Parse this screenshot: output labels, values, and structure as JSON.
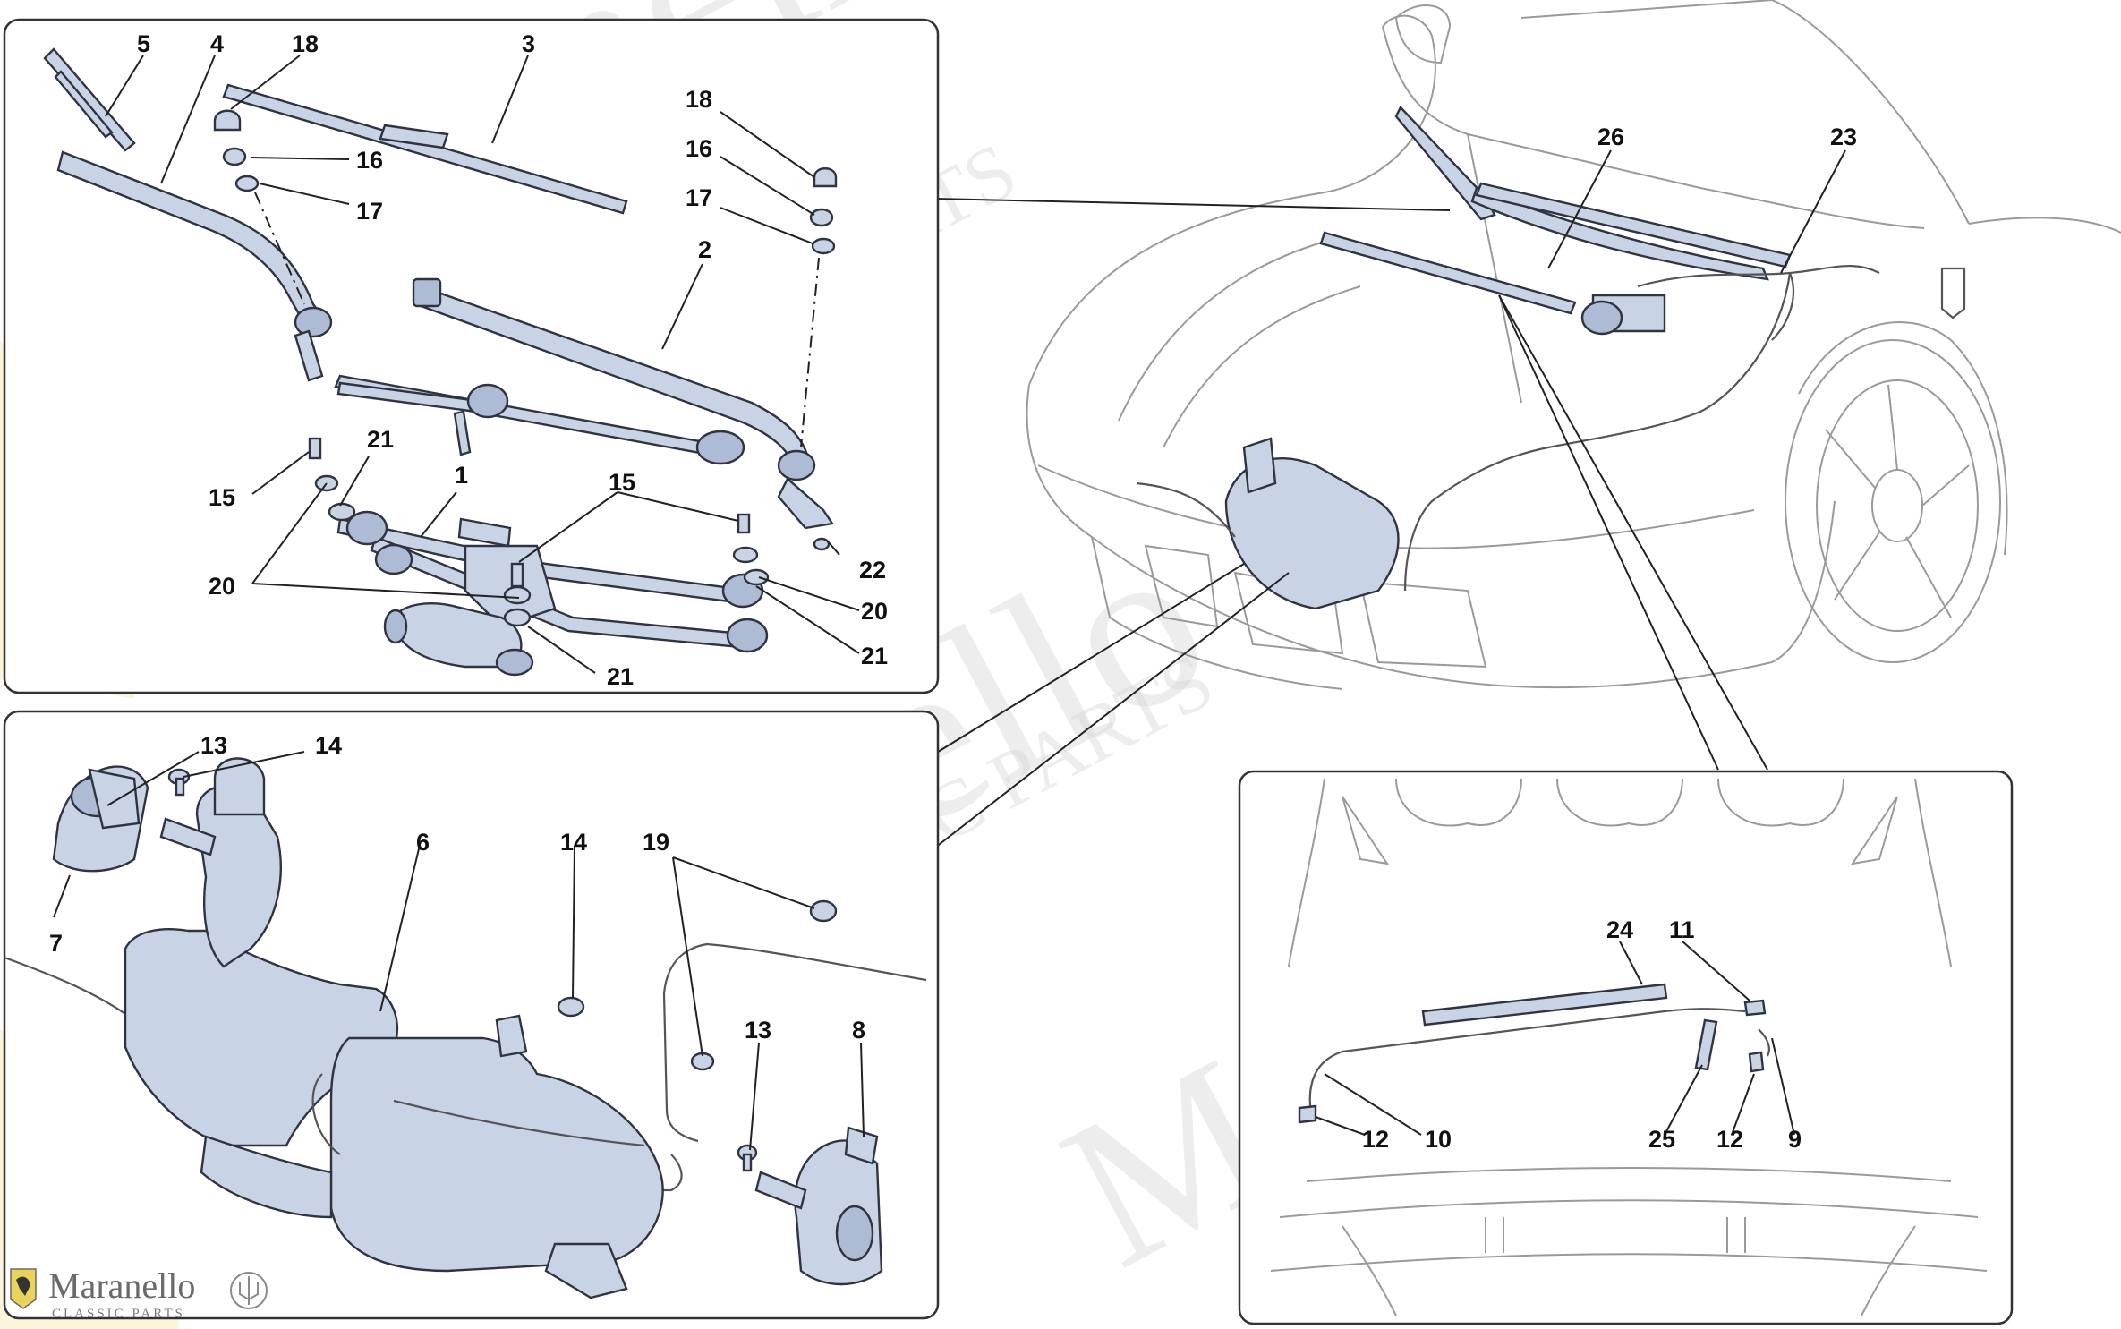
{
  "colors": {
    "part_fill": "#c9d3e6",
    "part_stroke": "#2f3440",
    "watermark": "#d8d8d8",
    "panel_border": "#333333"
  },
  "watermark": {
    "text_large": "Maranello",
    "text_small": "CLASSIC PARTS"
  },
  "brand": {
    "logo_icon": "prancing-horse-icon",
    "name": "Maranello",
    "subtitle": "CLASSIC PARTS",
    "emblem_icon": "trident-icon"
  },
  "callouts": {
    "wiper_panel": [
      {
        "id": "c1",
        "text": "5"
      },
      {
        "id": "c2",
        "text": "4"
      },
      {
        "id": "c3",
        "text": "18"
      },
      {
        "id": "c4",
        "text": "3"
      },
      {
        "id": "c5",
        "text": "16"
      },
      {
        "id": "c6",
        "text": "17"
      },
      {
        "id": "c7",
        "text": "18"
      },
      {
        "id": "c8",
        "text": "16"
      },
      {
        "id": "c9",
        "text": "17"
      },
      {
        "id": "c10",
        "text": "2"
      },
      {
        "id": "c11",
        "text": "21"
      },
      {
        "id": "c12",
        "text": "1"
      },
      {
        "id": "c13",
        "text": "15"
      },
      {
        "id": "c14",
        "text": "15"
      },
      {
        "id": "c15",
        "text": "22"
      },
      {
        "id": "c16",
        "text": "20"
      },
      {
        "id": "c17",
        "text": "20"
      },
      {
        "id": "c18",
        "text": "21"
      },
      {
        "id": "c19",
        "text": "21"
      }
    ],
    "tank_panel": [
      {
        "id": "c20",
        "text": "13"
      },
      {
        "id": "c21",
        "text": "14"
      },
      {
        "id": "c22",
        "text": "6"
      },
      {
        "id": "c23",
        "text": "14"
      },
      {
        "id": "c24",
        "text": "19"
      },
      {
        "id": "c25",
        "text": "7"
      },
      {
        "id": "c26",
        "text": "13"
      },
      {
        "id": "c27",
        "text": "8"
      }
    ],
    "car_view": [
      {
        "id": "c28",
        "text": "26"
      },
      {
        "id": "c29",
        "text": "23"
      }
    ],
    "hood_panel": [
      {
        "id": "c30",
        "text": "24"
      },
      {
        "id": "c31",
        "text": "11"
      },
      {
        "id": "c32",
        "text": "12"
      },
      {
        "id": "c33",
        "text": "10"
      },
      {
        "id": "c34",
        "text": "25"
      },
      {
        "id": "c35",
        "text": "12"
      },
      {
        "id": "c36",
        "text": "9"
      }
    ]
  }
}
